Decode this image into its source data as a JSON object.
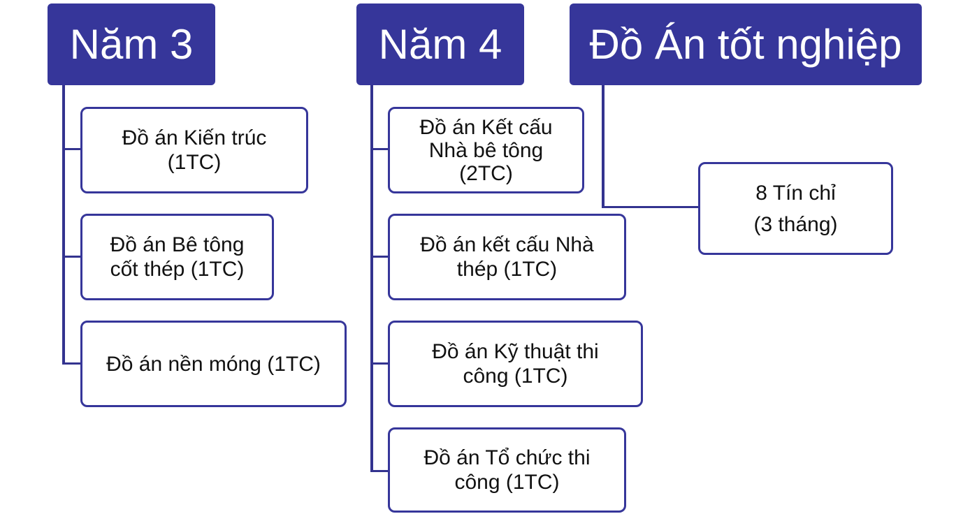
{
  "colors": {
    "header_bg": "#36369a",
    "connector": "#33338f",
    "box_border": "#36369a",
    "header_text": "#ffffff"
  },
  "columns": [
    {
      "title": "Năm 3",
      "items": [
        {
          "lines": [
            "Đồ án Kiến trúc",
            "(1TC)"
          ]
        },
        {
          "lines": [
            "Đồ án Bê tông",
            "cốt thép (1TC)"
          ]
        },
        {
          "lines": [
            "Đồ án nền móng (1TC)"
          ]
        }
      ]
    },
    {
      "title": "Năm 4",
      "items": [
        {
          "lines": [
            "Đồ án Kết cấu",
            "Nhà bê tông",
            "(2TC)"
          ]
        },
        {
          "lines": [
            "Đồ án kết cấu Nhà",
            "thép (1TC)"
          ]
        },
        {
          "lines": [
            "Đồ án Kỹ thuật thi",
            "công (1TC)"
          ]
        },
        {
          "lines": [
            "Đồ án Tổ chức thi",
            "công (1TC)"
          ]
        }
      ]
    },
    {
      "title": "Đồ Án tốt nghiệp",
      "items": [
        {
          "lines": [
            "8 Tín chỉ",
            "(3 tháng)"
          ]
        }
      ]
    }
  ]
}
